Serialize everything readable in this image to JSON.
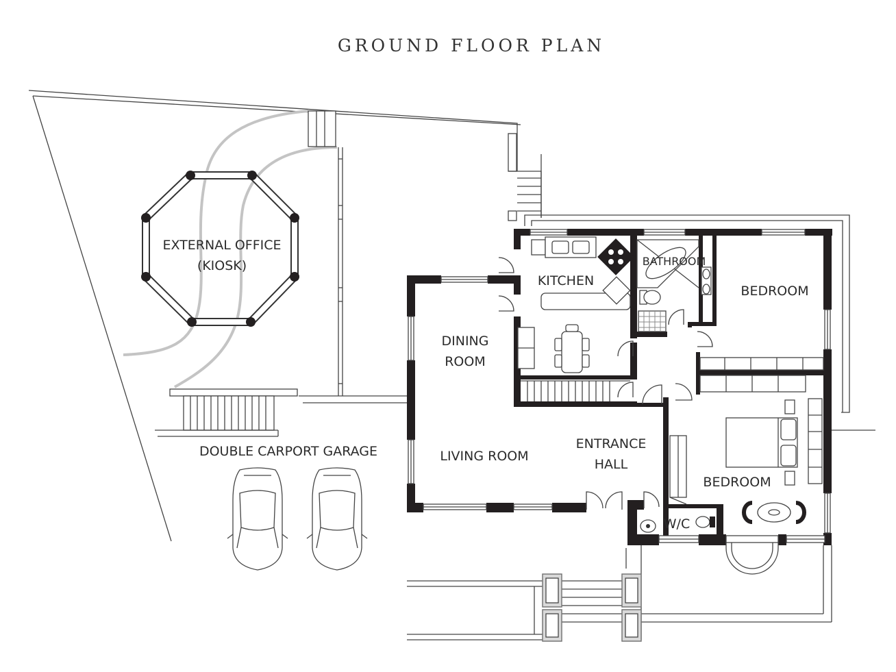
{
  "title": "GROUND FLOOR PLAN",
  "rooms": {
    "external_office": [
      "EXTERNAL OFFICE",
      "(KIOSK)"
    ],
    "kitchen": "KITCHEN",
    "bathroom": "BATHROOM",
    "bedroom_1": "BEDROOM",
    "dining_room": [
      "DINING",
      "ROOM"
    ],
    "living_room": "LIVING ROOM",
    "entrance_hall": [
      "ENTRANCE",
      "HALL"
    ],
    "bedroom_2": "BEDROOM",
    "wc": "W/C",
    "carport": "DOUBLE CARPORT GARAGE"
  }
}
